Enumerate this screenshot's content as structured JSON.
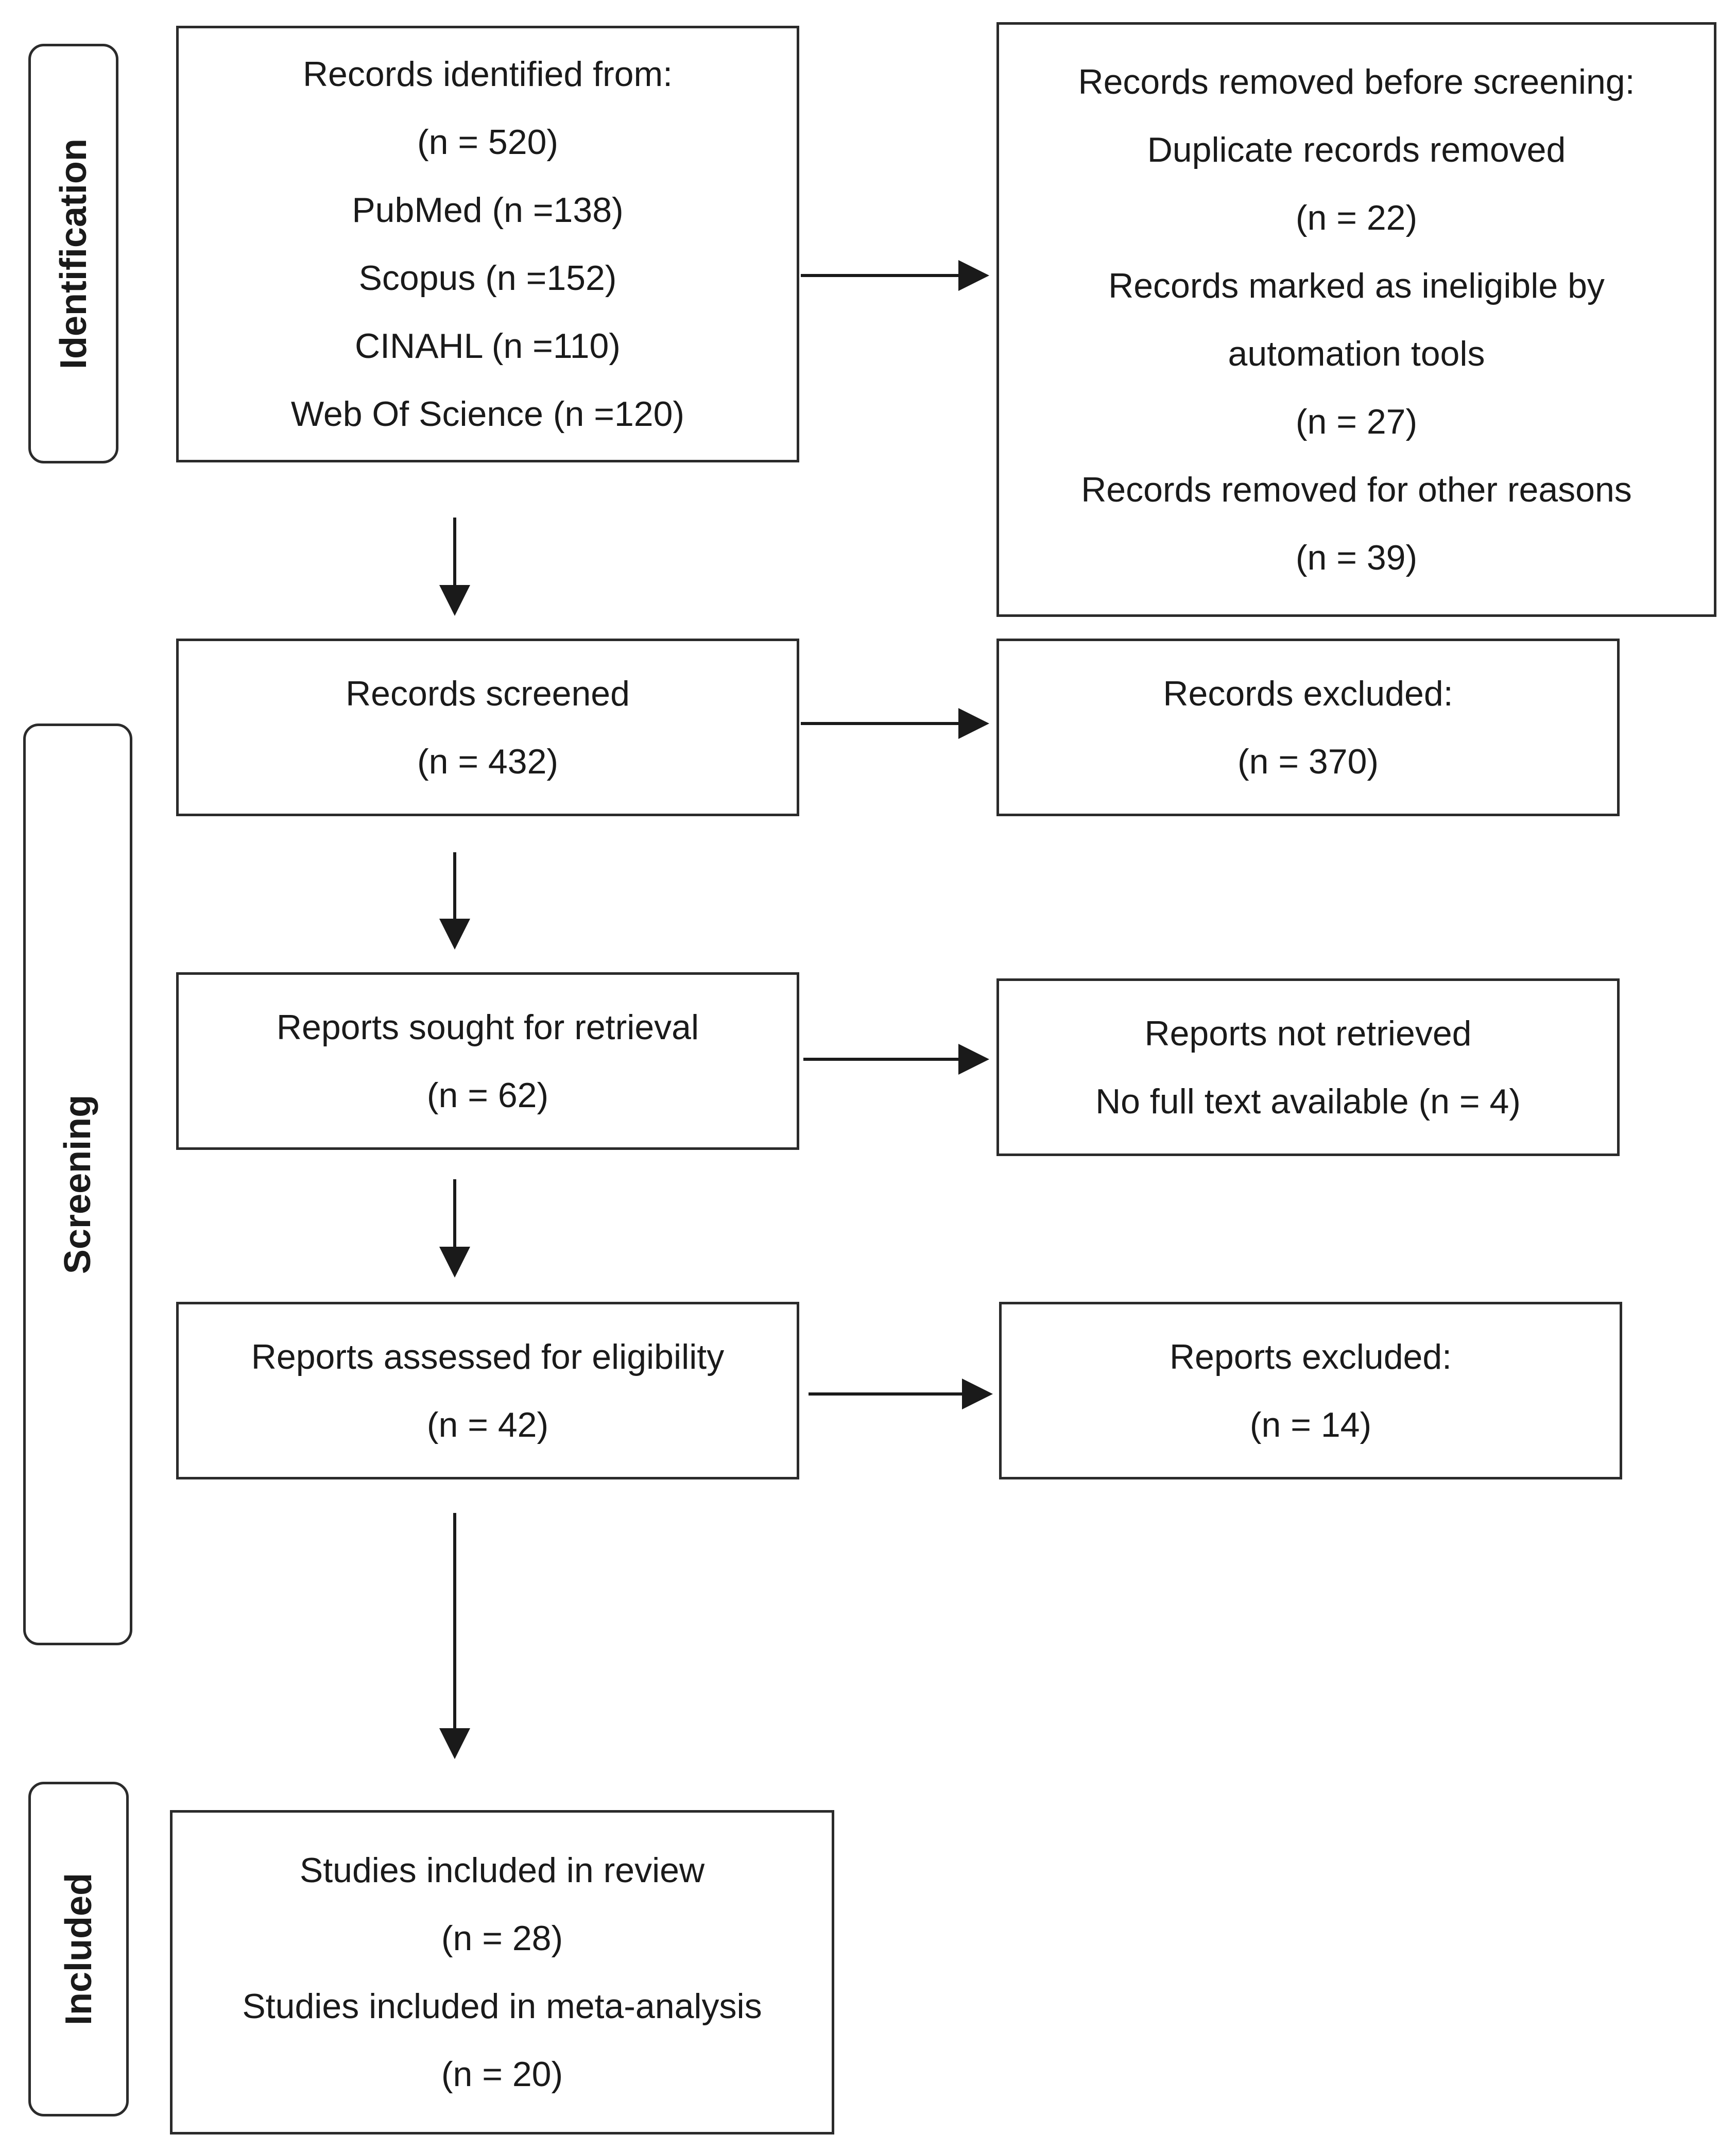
{
  "phases": {
    "identification": "Identification",
    "screening": "Screening",
    "included": "Included"
  },
  "identified": {
    "lines": [
      "Records identified from:",
      "(n = 520)",
      "PubMed (n =138)",
      "Scopus (n =152)",
      "CINAHL (n =110)",
      "Web Of Science (n =120)"
    ]
  },
  "removed_before": {
    "lines": [
      "Records removed before screening:",
      "Duplicate records removed",
      "(n = 22)",
      "Records marked as ineligible by",
      "automation tools",
      "(n = 27)",
      "Records removed for other reasons",
      "(n = 39)"
    ]
  },
  "screened": {
    "lines": [
      "Records screened",
      "(n = 432)"
    ]
  },
  "excluded": {
    "lines": [
      "Records excluded:",
      "(n = 370)"
    ]
  },
  "sought": {
    "lines": [
      "Reports sought for retrieval",
      "(n = 62)"
    ]
  },
  "not_retrieved": {
    "lines": [
      "Reports not retrieved",
      "No full text available (n = 4)"
    ]
  },
  "assessed": {
    "lines": [
      "Reports assessed for eligibility",
      "(n = 42)"
    ]
  },
  "reports_excluded": {
    "lines": [
      "Reports excluded:",
      "(n = 14)"
    ]
  },
  "included_studies": {
    "lines": [
      "Studies included in review",
      "(n = 28)",
      "Studies included in meta-analysis",
      "(n = 20)"
    ]
  }
}
